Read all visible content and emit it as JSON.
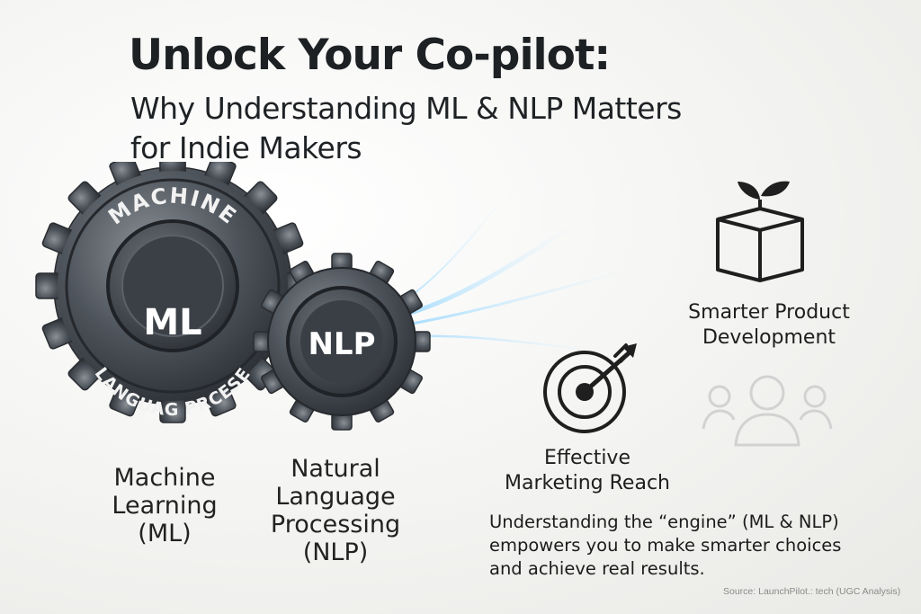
{
  "header": {
    "title": "Unlock Your Co-pilot:",
    "subtitle_line1": "Why Understanding ML & NLP Matters",
    "subtitle_line2": "for Indie Makers"
  },
  "gears": {
    "large_ring_top": "MACHINE",
    "large_ring_bottom": "LANGUAG PRCESE",
    "large_center": "ML",
    "small_center": "NLP"
  },
  "captions": {
    "ml_line1": "Machine",
    "ml_line2": "Learning",
    "ml_line3": "(ML)",
    "nlp_line1": "Natural",
    "nlp_line2": "Language",
    "nlp_line3": "Processing",
    "nlp_line4": "(NLP)"
  },
  "benefits": {
    "product_line1": "Smarter Product",
    "product_line2": "Development",
    "marketing_line1": "Effective",
    "marketing_line2": "Marketing Reach"
  },
  "icons": {
    "product": "sprouting-box-icon",
    "marketing": "target-arrow-icon",
    "audience": "people-group-icon"
  },
  "summary": {
    "line1": "Understanding the “engine” (ML & NLP)",
    "line2": "empowers you to make smarter choices",
    "line3": "and achieve real results."
  },
  "source": "Source: LaunchPilot.: tech (UGC Analysis)"
}
